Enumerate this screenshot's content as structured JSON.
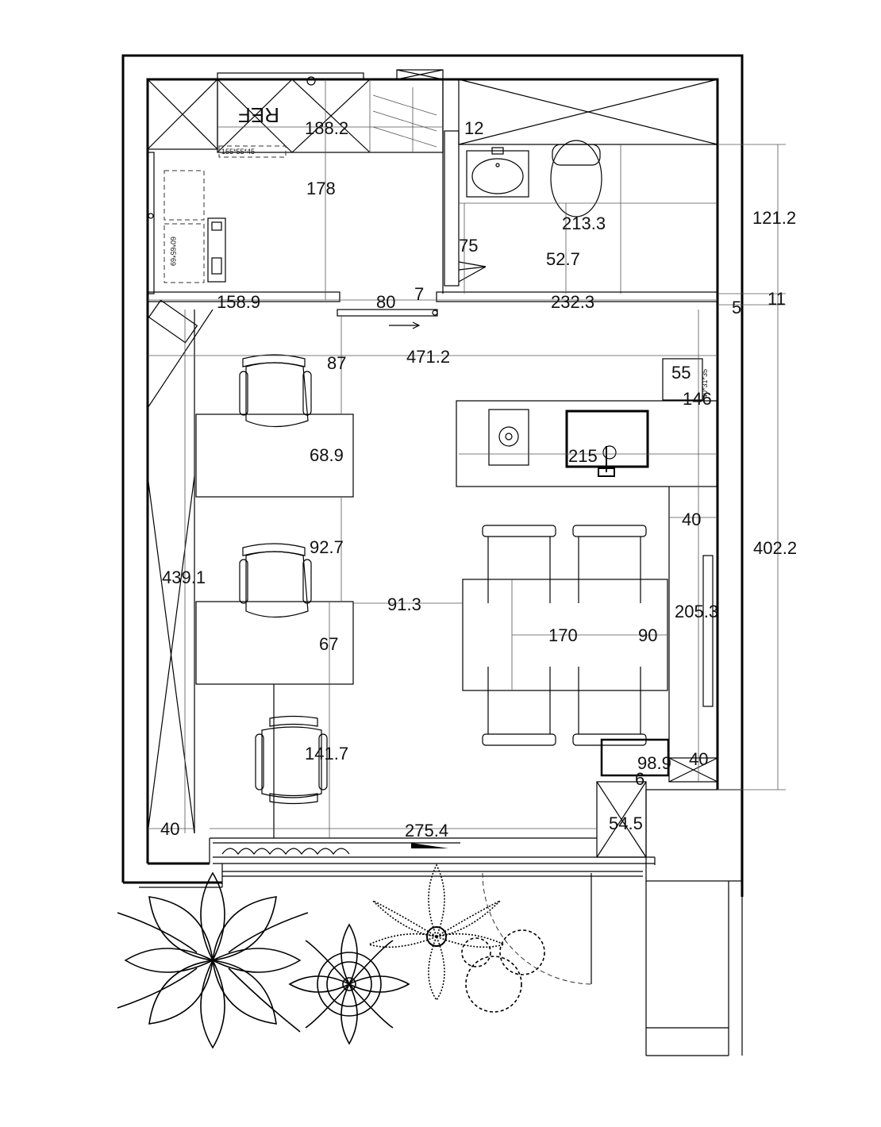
{
  "dimensions": {
    "kitchen_width": "188.2",
    "wall_12": "12",
    "kitchen_depth": "178",
    "wc_depth": "121.2",
    "wc_width": "213.3",
    "wc_door": "75",
    "wc_half": "52.7",
    "wall_7": "7",
    "left_wall_run": "158.9",
    "door_width": "80",
    "right_wall_run": "232.3",
    "wall_11": "11",
    "wall_5": "5",
    "room_width": "471.2",
    "aisle_87": "87",
    "cabinet_55": "55",
    "cabinet_146": "146",
    "desk_depth_1": "68.9",
    "island_length": "215",
    "clear_40_top": "40",
    "room_depth": "402.2",
    "desk_gap": "92.7",
    "left_length": "439.1",
    "aisle_91": "91.3",
    "right_wall_205": "205.3",
    "table_length": "170",
    "table_width": "90",
    "desk_depth_2": "67",
    "desk_3": "141.7",
    "bench_98": "98.9",
    "gap_6": "6",
    "clear_40_bottom": "40",
    "left_40": "40",
    "bottom_run": "275.4",
    "bottom_box": "54.5"
  },
  "labels": {
    "fridge": "REF",
    "kitchen_unit": "155*55*45",
    "washer_unit": "60*65*69",
    "cabinet_unit": "40*31*35"
  }
}
